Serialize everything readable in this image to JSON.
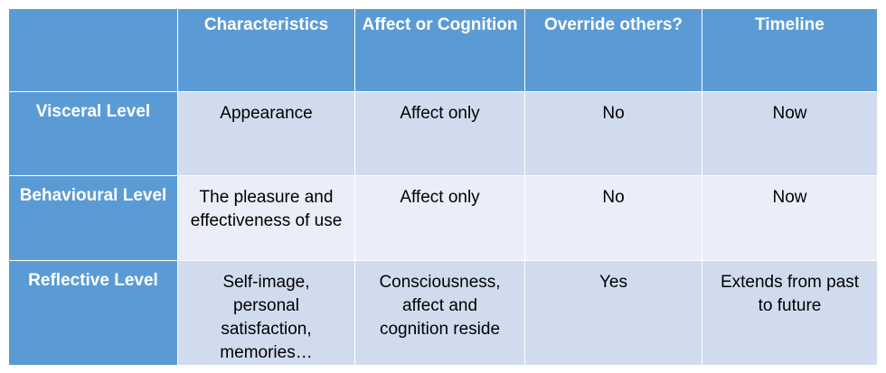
{
  "table": {
    "headers": [
      "",
      "Characteristics",
      "Affect or Cognition",
      "Override others?",
      "Timeline"
    ],
    "rows": [
      {
        "level": "Visceral Level",
        "characteristics": [
          "Appearance"
        ],
        "affect": [
          "Affect only"
        ],
        "override": "No",
        "timeline": [
          "Now"
        ]
      },
      {
        "level": "Behavioural Level",
        "characteristics": [
          "The pleasure and",
          "effectiveness of use"
        ],
        "affect": [
          "Affect only"
        ],
        "override": "No",
        "timeline": [
          "Now"
        ]
      },
      {
        "level": "Reflective Level",
        "characteristics": [
          "Self-image,",
          "personal",
          "satisfaction,",
          "memories…"
        ],
        "affect": [
          "Consciousness,",
          "affect and",
          "cognition reside"
        ],
        "override": "Yes",
        "timeline": [
          "Extends from past",
          "to future"
        ]
      }
    ]
  },
  "colors": {
    "header_bg": "#5b9bd5",
    "row_odd_bg": "#d0dcee",
    "row_even_bg": "#e9eef8"
  }
}
